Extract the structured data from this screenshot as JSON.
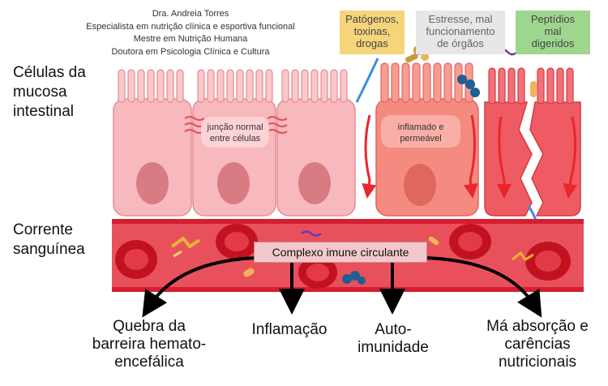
{
  "credits": {
    "line1": "Dra. Andreia Torres",
    "line2": "Especialista em nutrição clínica e esportiva funcional",
    "line3": "Mestre em Nutrição Humana",
    "line4": "Doutora em Psicologia Clínica e Cultura"
  },
  "labels": {
    "mucosa_line1": "Células da",
    "mucosa_line2": "mucosa",
    "mucosa_line3": "intestinal",
    "blood_line1": "Corrente",
    "blood_line2": "sanguínea"
  },
  "triggers": {
    "pathogens": [
      "Patógenos,",
      "toxinas,",
      "drogas"
    ],
    "stress": [
      "Estresse, mal",
      "funcionamento",
      "de órgãos"
    ],
    "peptides": [
      "Peptídios",
      "mal",
      "digeridos"
    ]
  },
  "cell_notes": {
    "normal_junction": [
      "junção normal",
      "entre células"
    ],
    "inflamed": [
      "inflamado e",
      "permeável"
    ]
  },
  "complex_label": "Complexo imune circulante",
  "outcomes": {
    "bbb": [
      "Quebra da",
      "barreira hemato-",
      "encefálica"
    ],
    "inflammation": [
      "Inflamação"
    ],
    "autoimmunity": [
      "Auto-",
      "imunidade"
    ],
    "malabsorption": [
      "Má absorção e",
      "carências",
      "nutricionais"
    ]
  },
  "colors": {
    "normal_cell": "#f7b9bd",
    "inflamed_cell": "#f58a80",
    "damaged_cell": "#ef5b62",
    "vessel": "#e8515c",
    "vessel_wall": "#d41f30",
    "arrow_red": "#e8262e",
    "nucleus": "#d97b82"
  }
}
